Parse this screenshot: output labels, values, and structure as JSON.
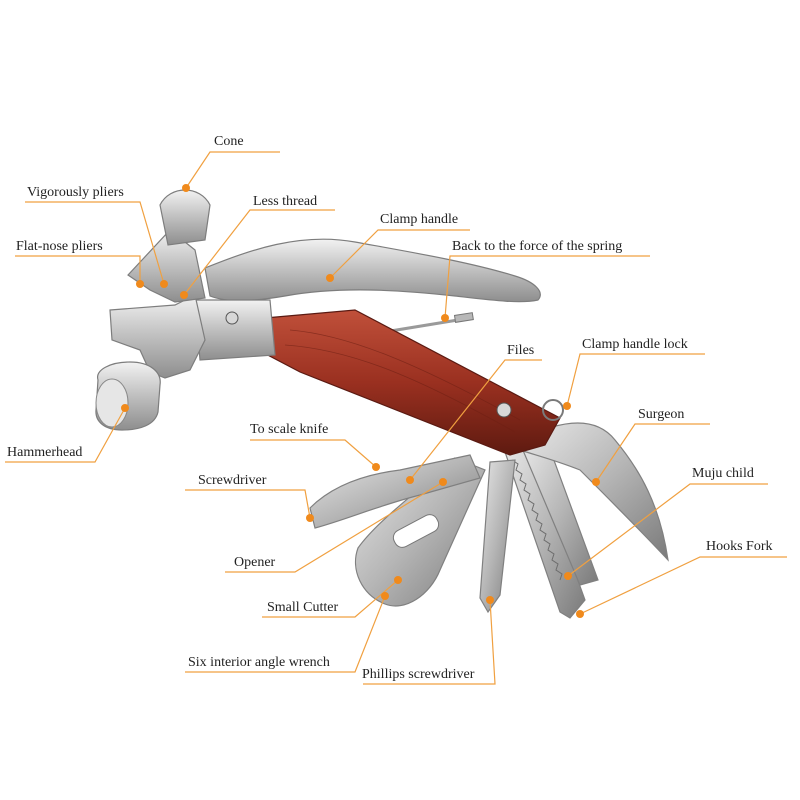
{
  "colors": {
    "leader": "#f0a040",
    "marker": "#f08a1c",
    "underline": "#e8a05a",
    "text": "#222222",
    "wood": "#9a3020",
    "steel": "#c9c9c9"
  },
  "labels": {
    "cone": "Cone",
    "vigorously_pliers": "Vigorously pliers",
    "less_thread": "Less thread",
    "clamp_handle": "Clamp handle",
    "flat_nose_pliers": "Flat-nose pliers",
    "back_spring": "Back to the force of the spring",
    "files": "Files",
    "clamp_handle_lock": "Clamp handle lock",
    "surgeon": "Surgeon",
    "hammerhead": "Hammerhead",
    "scale_knife": "To scale knife",
    "screwdriver": "Screwdriver",
    "muju_child": "Muju child",
    "hooks_fork": "Hooks Fork",
    "opener": "Opener",
    "small_cutter": "Small Cutter",
    "hex_wrench": "Six interior angle wrench",
    "phillips": "Phillips screwdriver"
  }
}
